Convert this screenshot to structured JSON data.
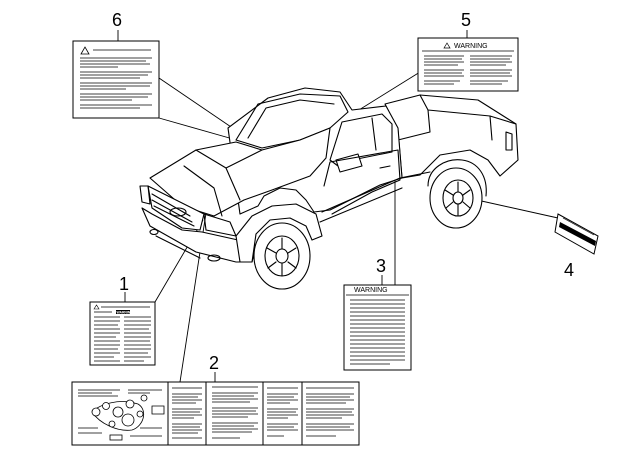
{
  "callouts": [
    {
      "id": "1",
      "number": "1"
    },
    {
      "id": "2",
      "number": "2"
    },
    {
      "id": "3",
      "number": "3"
    },
    {
      "id": "4",
      "number": "4"
    },
    {
      "id": "5",
      "number": "5"
    },
    {
      "id": "6",
      "number": "6"
    }
  ],
  "labels": {
    "label3_header": "WARNING",
    "label5_header": "WARNING",
    "label1_tag": "WARNING"
  },
  "icons": [
    "warning-triangle-icon"
  ]
}
